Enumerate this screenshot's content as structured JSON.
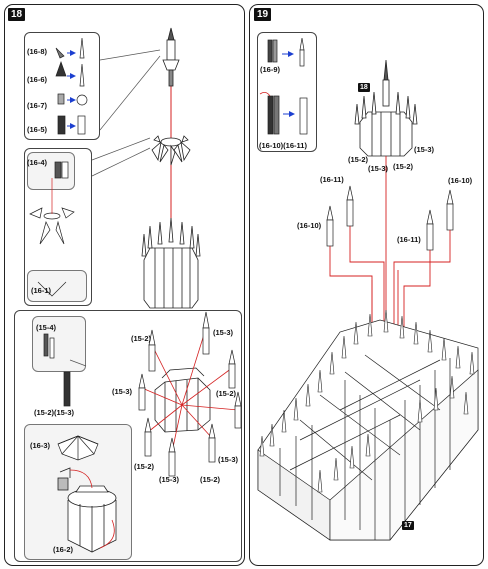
{
  "steps": {
    "left": "18",
    "right": "19"
  },
  "parts": {
    "p16_8": "(16-8)",
    "p16_6": "(16-6)",
    "p16_7": "(16-7)",
    "p16_5": "(16-5)",
    "p16_4": "(16-4)",
    "p16_1": "(16-1)",
    "p15_4": "(15-4)",
    "p15_2_15_3": "(15-2)(15-3)",
    "p16_3": "(16-3)",
    "p16_2": "(16-2)",
    "p15_2": "(15-2)",
    "p15_3": "(15-3)",
    "p16_9": "(16-9)",
    "p16_10_16_11": "(16-10)(16-11)",
    "p16_10": "(16-10)",
    "p16_11": "(16-11)"
  },
  "badges": {
    "tower_ref": "18",
    "cathedral_ref": "17"
  },
  "colors": {
    "guide_line": "#d42020",
    "arrow": "#1c3fd0",
    "outline": "#222222"
  }
}
